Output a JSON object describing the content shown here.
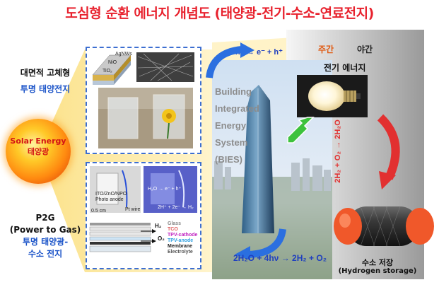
{
  "title": "도심형 순환 에너지 개념도 (태양광-전기-수소-연료전지)",
  "left": {
    "top_line1": "대면적 고체형",
    "top_line2": "투명 태양전지",
    "bottom_line1": "P2G",
    "bottom_line2": "(Power to Gas)",
    "bottom_line3": "투명 태양광-",
    "bottom_line4": "수소 전지"
  },
  "sun": {
    "line1": "Solar Energy",
    "line2": "태양광"
  },
  "solar_panel": {
    "label_a": "AgNWs",
    "label_b": "NiO",
    "label_c": "TiO₂"
  },
  "p2g_panel": {
    "photo_label": "ITO/ZnO/NPO\nPhoto anode",
    "pt_label": "Pt wire",
    "scale_label": "0.5 cm",
    "reaction_top": "H₂O → e⁻ + h⁺",
    "reaction_bottom": "2H⁺ + 2e⁻ → H₂",
    "h2": "H₂",
    "o2": "O₂",
    "layers": [
      {
        "name": "Glass",
        "color": "#8a8a8a"
      },
      {
        "name": "TCO",
        "color": "#e06060"
      },
      {
        "name": "TPV-cathode",
        "color": "#c020c0"
      },
      {
        "name": "TPV-anode",
        "color": "#30a0e0"
      },
      {
        "name": "Membrane",
        "color": "#222222"
      },
      {
        "name": "Electrolyte",
        "color": "#555555"
      }
    ]
  },
  "bies": [
    "Building",
    "Integrated",
    "Energy",
    "System",
    "(BIES)"
  ],
  "top_eq": "hν → e⁻ + h⁺",
  "day": "주간",
  "night": "야간",
  "electric_energy": "전기 에너지",
  "bottom_eq": "2H₂O + 4hν → 2H₂ + O₂",
  "right_vertical_eq": "2H₂ + O₂ → 2H₂O",
  "storage_line1": "수소 저장",
  "storage_line2": "(Hydrogen storage)",
  "colors": {
    "title": "#e8222e",
    "blue_text": "#1a53c8",
    "arrow_blue": "#2b6fe0",
    "arrow_red": "#e23030",
    "arrow_green": "#3dc23d"
  }
}
